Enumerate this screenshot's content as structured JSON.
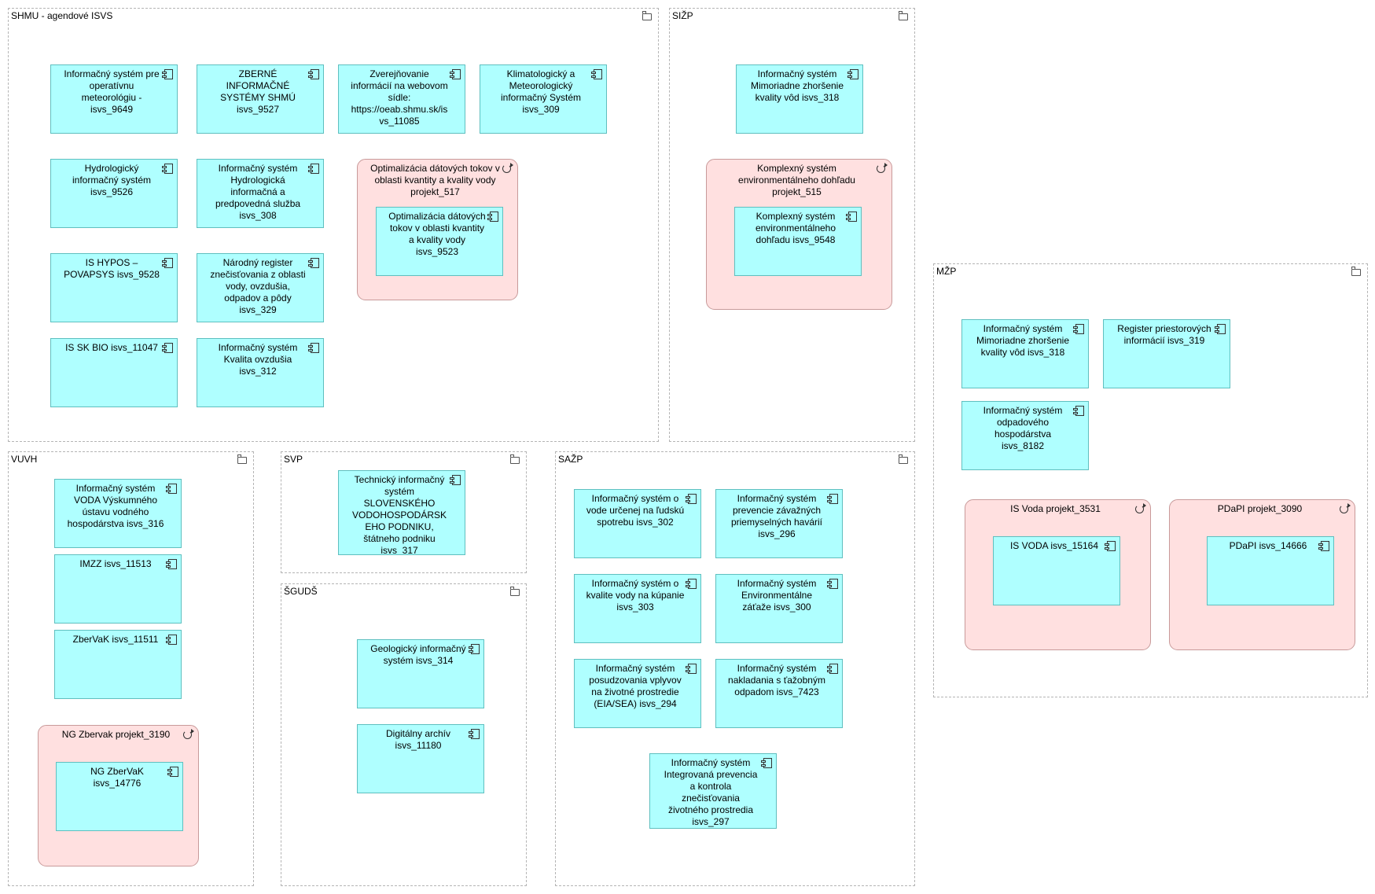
{
  "groups": {
    "shmu": "SHMU - agendové ISVS",
    "sizp": "SIŽP",
    "mzp": "MŽP",
    "vuvh": "VUVH",
    "svp": "SVP",
    "sguds": "ŠGUDŠ",
    "sazp": "SAŽP"
  },
  "shmu": {
    "a1": "Informačný systém pre operatívnu meteorológiu - isvs_9649",
    "a2": "ZBERNÉ INFORMAČNÉ SYSTÉMY SHMÚ isvs_9527",
    "a3": "Zverejňovanie informácií na webovom sídle: https://oeab.shmu.sk/isvs_11085",
    "a4": "Klimatologický a Meteorologický informačný Systém isvs_309",
    "a5": "Hydrologický informačný systém isvs_9526",
    "a6": "Informačný systém Hydrologická informačná a predpovedná služba isvs_308",
    "a7": "IS HYPOS – POVAPSYS isvs_9528",
    "a8": "Národný register znečisťovania z oblasti vody, ovzdušia, odpadov a pôdy isvs_329",
    "a9": "IS SK BIO isvs_11047",
    "a10": "Informačný systém Kvalita ovzdušia isvs_312",
    "p1": "Optimalizácia dátových tokov v oblasti kvantity a kvality vody projekt_517",
    "p1a": "Optimalizácia dátových tokov v oblasti kvantity a kvality vody isvs_9523"
  },
  "sizp": {
    "a1": "Informačný systém Mimoriadne zhoršenie kvality vôd isvs_318",
    "p1": "Komplexný systém environmentálneho dohľadu projekt_515",
    "p1a": "Komplexný systém environmentálneho dohľadu isvs_9548"
  },
  "mzp": {
    "a1": "Informačný systém Mimoriadne zhoršenie kvality vôd isvs_318",
    "a2": "Register priestorových informácií isvs_319",
    "a3": "Informačný systém odpadového hospodárstva isvs_8182",
    "p1": "IS Voda  projekt_3531",
    "p1a": "IS VODA isvs_15164",
    "p2": "PDaPI projekt_3090",
    "p2a": "PDaPI isvs_14666"
  },
  "vuvh": {
    "a1": "Informačný systém VODA Výskumného ústavu vodného hospodárstva isvs_316",
    "a2": "IMZZ isvs_11513",
    "a3": "ZberVaK isvs_11511",
    "p1": "NG Zbervak projekt_3190",
    "p1a": "NG ZberVaK isvs_14776"
  },
  "svp": {
    "a1": "Technický informačný systém SLOVENSKÉHO VODOHOSPODÁRSKEHO PODNIKU, štátneho podniku isvs_317"
  },
  "sguds": {
    "a1": "Geologický informačný systém isvs_314",
    "a2": "Digitálny archív isvs_11180"
  },
  "sazp": {
    "a1": "Informačný systém o vode určenej na ľudskú spotrebu isvs_302",
    "a2": "Informačný systém prevencie závažných priemyselných havárií isvs_296",
    "a3": "Informačný systém o kvalite vody na kúpanie isvs_303",
    "a4": "Informačný systém Environmentálne záťaže isvs_300",
    "a5": "Informačný systém posudzovania vplyvov na životné prostredie (EIA/SEA) isvs_294",
    "a6": "Informačný systém nakladania s ťažobným odpadom isvs_7423",
    "a7": "Informačný systém Integrovaná prevencia a kontrola znečisťovania životného prostredia isvs_297"
  }
}
